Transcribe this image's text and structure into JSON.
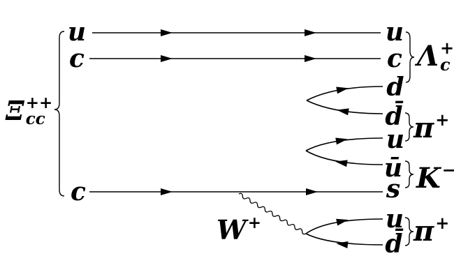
{
  "diagram": {
    "colors": {
      "foreground": "#000000",
      "background": "#ffffff"
    },
    "initial_baryon": {
      "base": "Ξ",
      "sup": "++",
      "sub": "cc"
    },
    "quarks_in": [
      "u",
      "c",
      "c"
    ],
    "quarks_out": [
      "u",
      "c",
      "d",
      "d̄",
      "u",
      "ū",
      "s",
      "u",
      "d̄"
    ],
    "hadrons_out": [
      {
        "base": "Λ",
        "sup": "+",
        "sub": "c"
      },
      {
        "base": "π",
        "sup": "+",
        "sub": ""
      },
      {
        "base": "K",
        "sup": "−",
        "sub": ""
      },
      {
        "base": "π",
        "sup": "+",
        "sub": ""
      }
    ],
    "boson": {
      "base": "W",
      "sup": "+",
      "sub": ""
    }
  }
}
